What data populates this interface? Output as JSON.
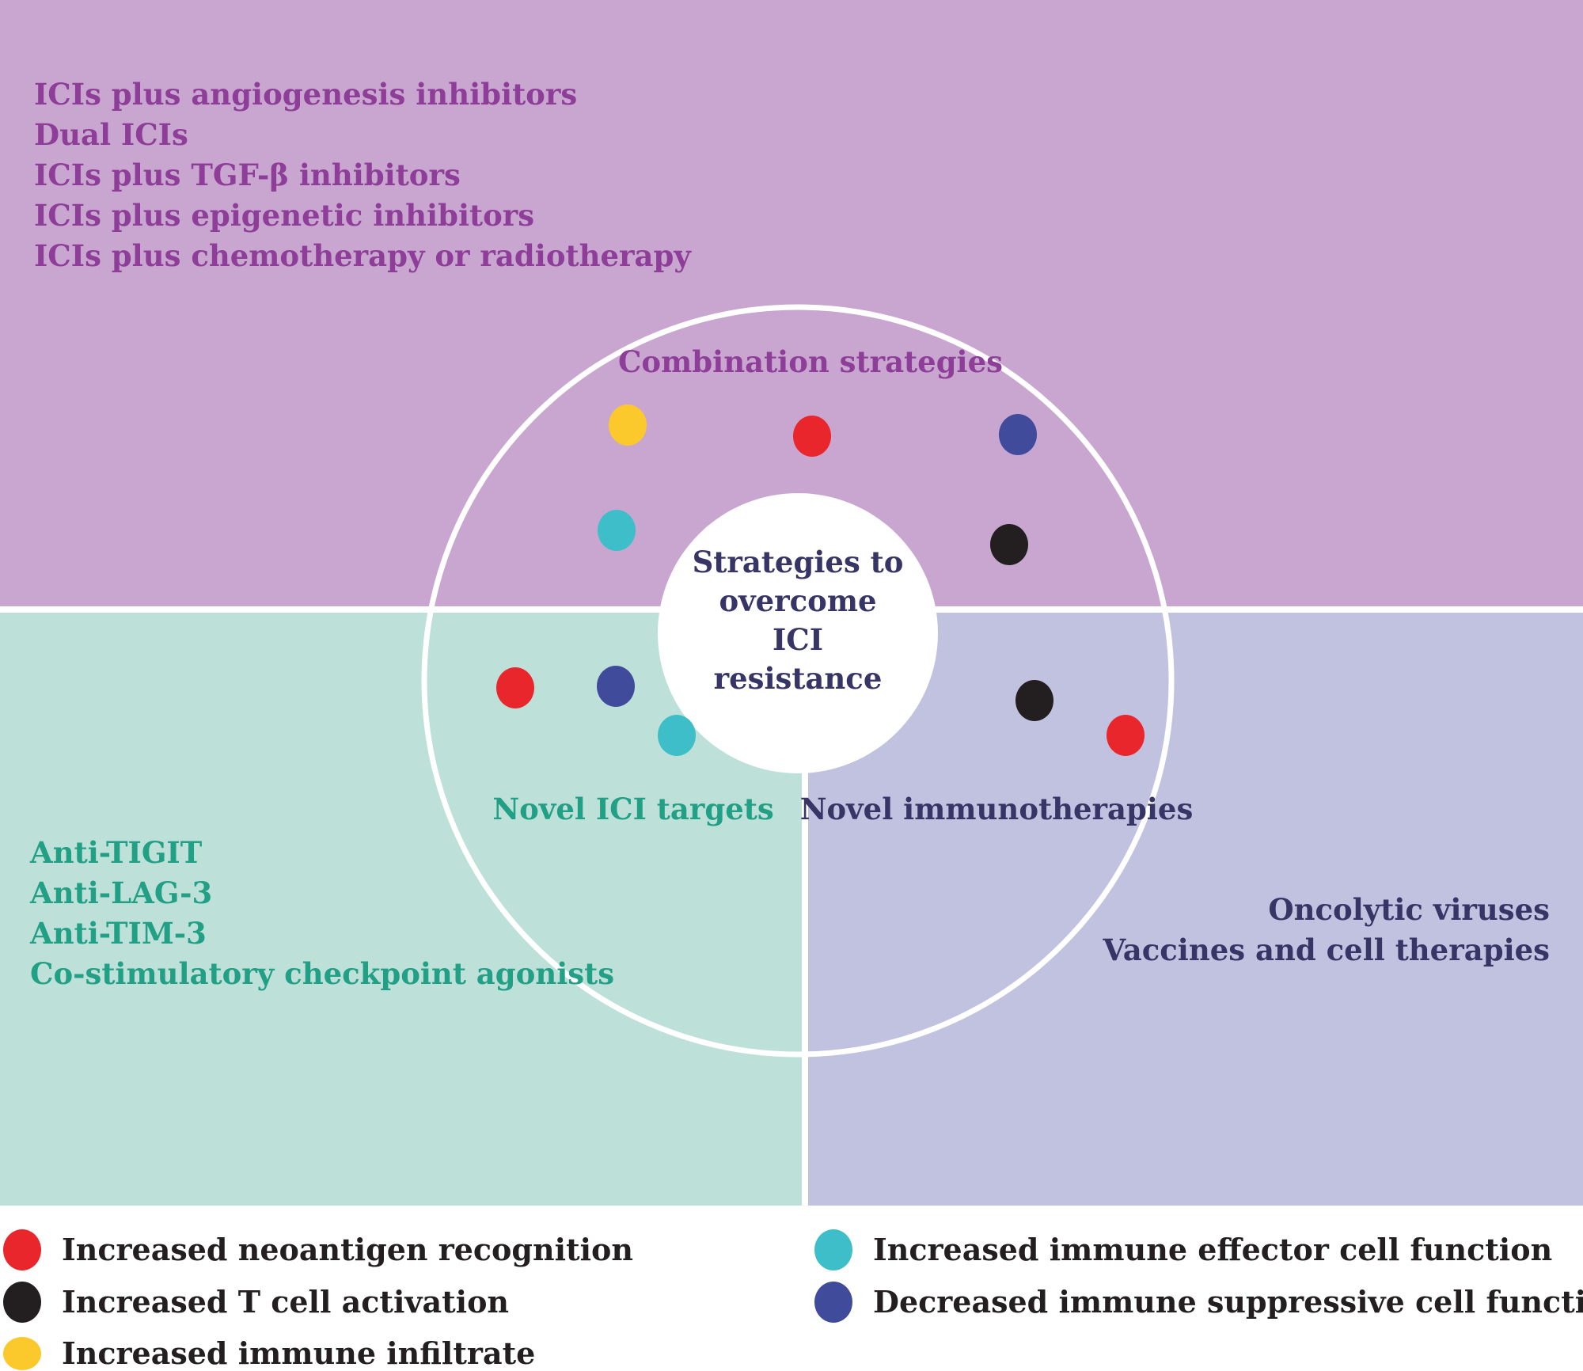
{
  "colors": {
    "combination_bg": "#c8a6d0",
    "combination_text": "#8e3e98",
    "novel_ici_bg": "#bde0d9",
    "novel_ici_text": "#21a085",
    "novel_immuno_bg": "#c1c2e0",
    "novel_immuno_text": "#373566",
    "center_text": "#373566",
    "divider": "#ffffff",
    "dot_red": "#e8262b",
    "dot_black": "#231f20",
    "dot_yellow": "#fbc92b",
    "dot_cyan": "#3ebec9",
    "dot_blue": "#414b9b"
  },
  "center": {
    "lines": [
      "Strategies to",
      "overcome",
      "ICI",
      "resistance"
    ]
  },
  "combination": {
    "label": "Combination strategies",
    "items": [
      "ICIs plus angiogenesis inhibitors",
      "Dual ICIs",
      "ICIs plus TGF-β inhibitors",
      "ICIs plus epigenetic inhibitors",
      "ICIs plus chemotherapy or radiotherapy"
    ],
    "dots": [
      "yellow",
      "red",
      "blue",
      "cyan",
      "black"
    ]
  },
  "novel_ici": {
    "label": "Novel ICI targets",
    "items": [
      "Anti-TIGIT",
      "Anti-LAG-3",
      "Anti-TIM-3",
      "Co-stimulatory checkpoint agonists"
    ],
    "dots": [
      "red",
      "blue",
      "cyan"
    ]
  },
  "novel_immuno": {
    "label": "Novel immunotherapies",
    "items": [
      "Oncolytic viruses",
      "Vaccines and cell therapies"
    ],
    "dots": [
      "black",
      "red"
    ]
  },
  "legend": {
    "items": [
      {
        "color": "red",
        "label": "Increased neoantigen recognition"
      },
      {
        "color": "black",
        "label": "Increased T cell activation"
      },
      {
        "color": "yellow",
        "label": "Increased immune infiltrate"
      },
      {
        "color": "cyan",
        "label": "Increased immune effector cell function"
      },
      {
        "color": "blue",
        "label": "Decreased immune suppressive cell function"
      }
    ]
  }
}
